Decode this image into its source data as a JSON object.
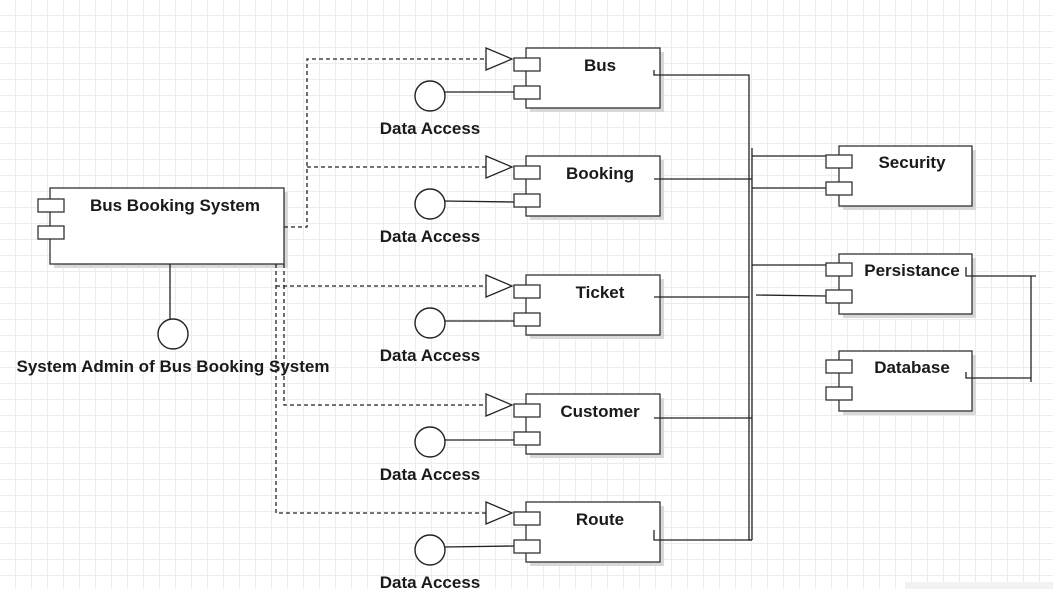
{
  "diagram": {
    "main_component": "Bus Booking System",
    "actor_interface": "System Admin of Bus Booking System",
    "components": {
      "bus": "Bus",
      "booking": "Booking",
      "ticket": "Ticket",
      "customer": "Customer",
      "route": "Route"
    },
    "interface_labels": {
      "bus": "Data Access",
      "booking": "Data Access",
      "ticket": "Data Access",
      "customer": "Data Access",
      "route": "Data Access"
    },
    "services": {
      "security": "Security",
      "persistance": "Persistance",
      "database": "Database"
    }
  }
}
